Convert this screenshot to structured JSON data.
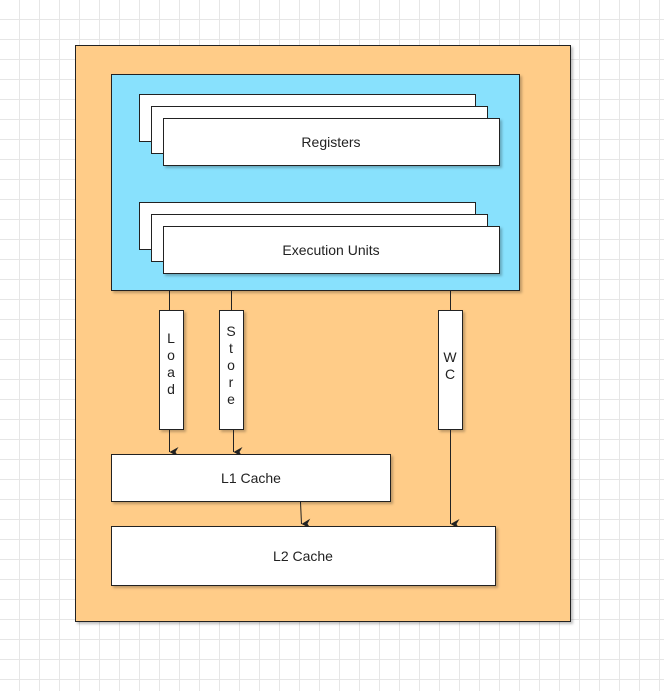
{
  "colors": {
    "outer_fill": "#ffcc88",
    "core_fill": "#88e1fd",
    "box_fill": "#ffffff",
    "stroke": "#222222",
    "grid": "#e6e6e6"
  },
  "nodes": {
    "registers": "Registers",
    "execution_units": "Execution Units",
    "load": "Load",
    "store": "Store",
    "wc": "WC",
    "l1_cache": "L1 Cache",
    "l2_cache": "L2 Cache"
  }
}
